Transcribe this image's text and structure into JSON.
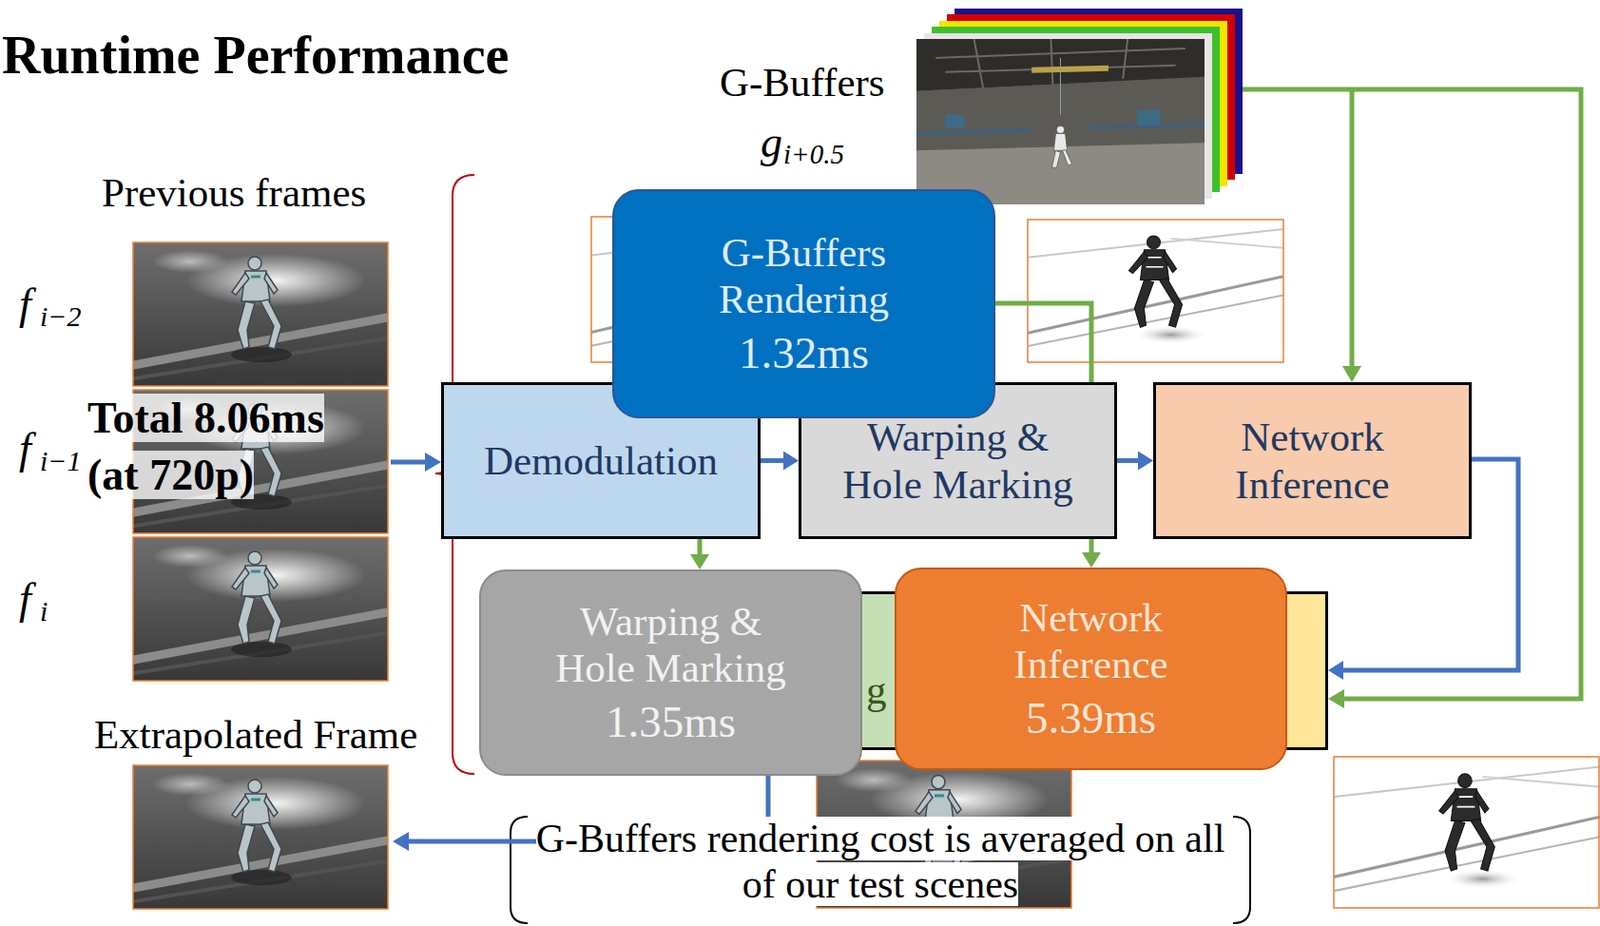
{
  "diagram": {
    "title": "Runtime Performance",
    "nodes": [
      {
        "text": [
          "G-Buffers Rendering",
          "1.32ms"
        ]
      },
      {
        "text": [
          "Demodulation"
        ]
      },
      {
        "text": [
          "Warping & Hole Marking"
        ]
      },
      {
        "text": [
          "Network Inference"
        ]
      },
      {
        "text": [
          "g"
        ]
      },
      {
        "text": [
          "Warping & Hole Marking",
          "1.35ms"
        ]
      },
      {
        "text": [
          "Network Inference",
          "5.39ms"
        ]
      }
    ],
    "edges": [
      {
        "from": 1,
        "to": 2,
        "arrow": "to"
      },
      {
        "from": 2,
        "to": 3,
        "arrow": "to"
      },
      {
        "from": 3,
        "to": 4,
        "arrow": "to"
      },
      {
        "from": 0,
        "to": 5,
        "arrow": "to"
      },
      {
        "from": 0,
        "to": 6,
        "arrow": "to"
      }
    ],
    "labels": [
      "G-Buffers",
      "g",
      "i+0.5",
      "Previous frames",
      "f",
      "i−2",
      "Total 8.06ms (at 720p)",
      "f",
      "i−1",
      "f",
      "i",
      "Extrapolated Frame",
      "G-Buffers rendering cost is averaged on all of our test scenes"
    ]
  }
}
